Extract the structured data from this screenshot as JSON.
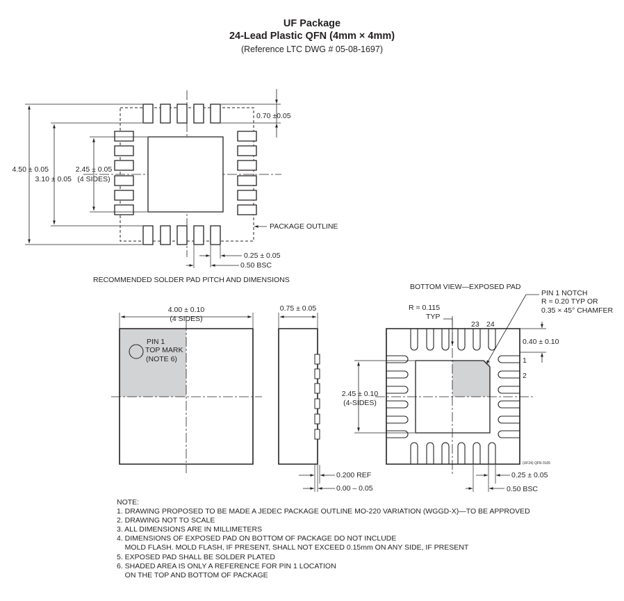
{
  "header": {
    "title": "UF Package",
    "subtitle": "24-Lead Plastic QFN (4mm × 4mm)",
    "reference": "(Reference LTC DWG # 05-08-1697)"
  },
  "solder_pad": {
    "dim_outer": "4.50 ± 0.05",
    "dim_inner": "3.10 ± 0.05",
    "dim_pad": "2.45 ± 0.05",
    "dim_pad_sides": "(4 SIDES)",
    "dim_pad_length": "0.70 ±0.05",
    "package_outline": "PACKAGE OUTLINE",
    "dim_pad_width": "0.25 ± 0.05",
    "dim_pitch": "0.50 BSC",
    "caption": "RECOMMENDED SOLDER PAD PITCH AND DIMENSIONS"
  },
  "top_view": {
    "dim_body": "4.00 ± 0.10",
    "dim_body_sides": "(4 SIDES)",
    "pin1_mark": [
      "PIN 1",
      "TOP MARK",
      "(NOTE 6)"
    ]
  },
  "side_view": {
    "dim_height": "0.75 ± 0.05",
    "dim_ref": "0.200 REF",
    "dim_standoff": "0.00 – 0.05"
  },
  "bottom_view": {
    "title": "BOTTOM VIEW—EXPOSED PAD",
    "pin1_notch": [
      "PIN 1 NOTCH",
      "R = 0.20 TYP OR",
      "0.35 × 45° CHAMFER"
    ],
    "radius": "R = 0.115",
    "radius_typ": "TYP",
    "pin_23": "23",
    "pin_24": "24",
    "pin_1": "1",
    "pin_2": "2",
    "dim_lead_length": "0.40 ± 0.10",
    "dim_pad": "2.45 ± 0.10",
    "dim_pad_sides": "(4-SIDES)",
    "dim_lead_width": "0.25 ± 0.05",
    "dim_pitch": "0.50 BSC",
    "drawing_code": "(UF24) QFN 0105"
  },
  "notes": {
    "heading": "NOTE:",
    "lines": [
      "1. DRAWING PROPOSED TO BE MADE A JEDEC PACKAGE OUTLINE MO-220 VARIATION (WGGD-X)—TO BE APPROVED",
      "2. DRAWING NOT TO SCALE",
      "3. ALL DIMENSIONS ARE IN MILLIMETERS",
      "4. DIMENSIONS OF EXPOSED PAD ON BOTTOM OF PACKAGE DO NOT INCLUDE",
      "    MOLD FLASH. MOLD FLASH, IF PRESENT, SHALL NOT EXCEED 0.15mm ON ANY SIDE, IF PRESENT",
      "5. EXPOSED PAD SHALL BE SOLDER PLATED",
      "6. SHADED AREA IS ONLY A REFERENCE FOR PIN 1 LOCATION",
      "    ON THE TOP AND BOTTOM OF PACKAGE"
    ]
  },
  "colors": {
    "ink": "#231f20",
    "shade": "#d1d3d4",
    "paper": "#ffffff"
  }
}
